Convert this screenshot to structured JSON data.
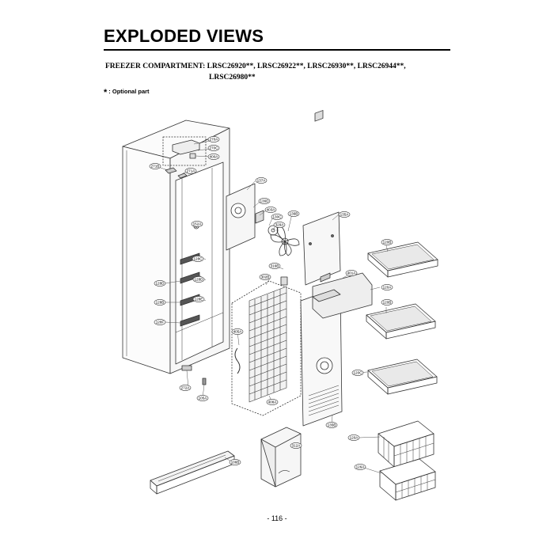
{
  "header": {
    "title": "EXPLODED VIEWS",
    "subtitle_line1": "FREEZER COMPARTMENT: LRSC26920**, LRSC26922**, LRSC26930**, LRSC26944**,",
    "subtitle_line2": "LRSC26980**",
    "note_symbol": "*",
    "note_text": ": Optional part"
  },
  "footer": {
    "page_number": "- 116 -"
  },
  "part_labels": [
    {
      "id": "270A"
    },
    {
      "id": "270C"
    },
    {
      "id": "400A"
    },
    {
      "id": "271B"
    },
    {
      "id": "271A"
    },
    {
      "id": "137A"
    },
    {
      "id": "136D"
    },
    {
      "id": "403A"
    },
    {
      "id": "130C"
    },
    {
      "id": "136B"
    },
    {
      "id": "329A"
    },
    {
      "id": "135A"
    },
    {
      "id": "152A"
    },
    {
      "id": "128C"
    },
    {
      "id": "128D"
    },
    {
      "id": "128E"
    },
    {
      "id": "128D"
    },
    {
      "id": "128B"
    },
    {
      "id": "128F"
    },
    {
      "id": "316B"
    },
    {
      "id": "302B"
    },
    {
      "id": "401A"
    },
    {
      "id": "120A"
    },
    {
      "id": "120B"
    },
    {
      "id": "120B"
    },
    {
      "id": "120C"
    },
    {
      "id": "405A"
    },
    {
      "id": "408A"
    },
    {
      "id": "272A"
    },
    {
      "id": "105A"
    },
    {
      "id": "135B"
    },
    {
      "id": "312A"
    },
    {
      "id": "120A"
    },
    {
      "id": "126A"
    },
    {
      "id": "106B"
    }
  ]
}
